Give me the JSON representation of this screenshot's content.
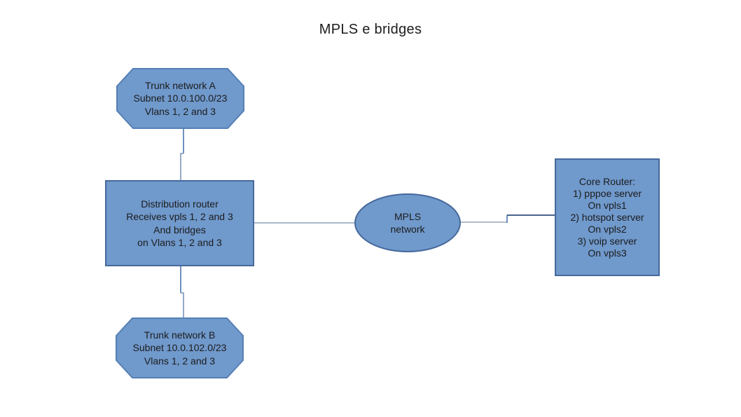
{
  "title": "MPLS e bridges",
  "colors": {
    "shape_fill": "#7099cc",
    "octagon_border": "#5580b5",
    "rect_border": "#46699c",
    "connector_light": "#9fadc4",
    "connector_medium": "#5e86b6",
    "connector_dark": "#2e4e7c",
    "text": "#1c1c1c"
  },
  "shapes": {
    "trunk_a": {
      "type": "octagon",
      "lines": [
        "Trunk network A",
        "Subnet 10.0.100.0/23",
        "Vlans 1, 2 and 3"
      ]
    },
    "distribution_router": {
      "type": "rectangle",
      "lines": [
        "Distribution router",
        "Receives vpls 1, 2 and 3",
        "And bridges",
        "on Vlans 1, 2 and 3"
      ]
    },
    "mpls_network": {
      "type": "ellipse",
      "lines": [
        "MPLS",
        "network"
      ]
    },
    "core_router": {
      "type": "rectangle",
      "lines": [
        "Core Router:",
        "1) pppoe server",
        "On vpls1",
        "2) hotspot server",
        "On vpls2",
        "3) voip server",
        "On vpls3"
      ]
    },
    "trunk_b": {
      "type": "octagon",
      "lines": [
        "Trunk network B",
        "Subnet 10.0.102.0/23",
        "Vlans 1, 2 and 3"
      ]
    }
  },
  "connections": [
    {
      "from": "trunk_a",
      "to": "distribution_router"
    },
    {
      "from": "distribution_router",
      "to": "mpls_network"
    },
    {
      "from": "mpls_network",
      "to": "core_router"
    },
    {
      "from": "distribution_router",
      "to": "trunk_b"
    }
  ]
}
